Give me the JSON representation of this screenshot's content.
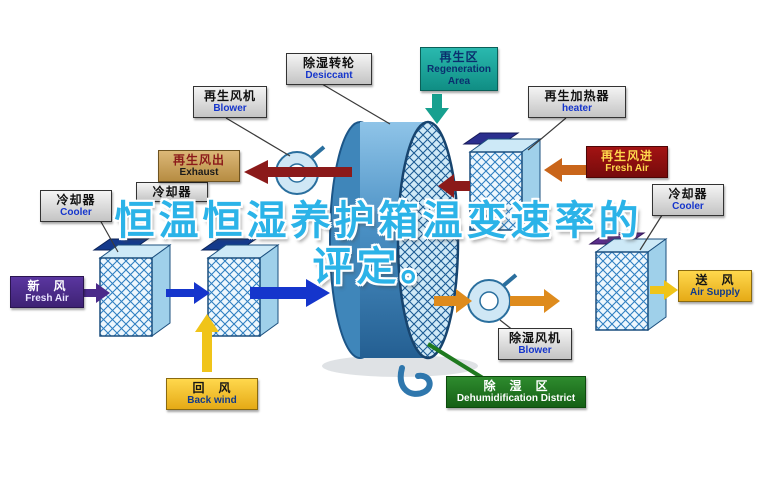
{
  "title": {
    "line1": "恒温恒湿养护箱温变速率的",
    "line2": "评定。"
  },
  "labels": {
    "regen_blower": {
      "zh": "再生风机",
      "en": "Blower"
    },
    "desiccant": {
      "zh": "除湿转轮",
      "en": "Desiccant"
    },
    "regen_area": {
      "zh": "再生区",
      "en": "Regeneration Area"
    },
    "regen_heater": {
      "zh": "再生加热器",
      "en": "heater"
    },
    "exhaust": {
      "zh": "再生风出",
      "en": "Exhaust"
    },
    "cooler_left": {
      "zh": "冷却器",
      "en": "Cooler"
    },
    "cooler_mid": {
      "zh": "冷却器"
    },
    "regen_fresh_air": {
      "zh": "再生风进",
      "en": "Fresh Air"
    },
    "cooler_right": {
      "zh": "冷却器",
      "en": "Cooler"
    },
    "fresh_air": {
      "zh": "新　风",
      "en": "Fresh Air"
    },
    "air_supply": {
      "zh": "送　风",
      "en": "Air Supply"
    },
    "back_wind": {
      "zh": "回　风",
      "en": "Back wind"
    },
    "dehumid_blower": {
      "zh": "除湿风机",
      "en": "Blower"
    },
    "dehumid_area": {
      "zh": "除　湿　区",
      "en": "Dehumidification District"
    }
  },
  "colors": {
    "title_accent": "#2bb3e8",
    "process_arrow_blue": "#1535cc",
    "regen_arrow_dark_red": "#8b1a1a",
    "fresh_air_purple": "#4b2a8a",
    "return_yellow": "#f0c419",
    "supply_orange": "#de8b1d",
    "regen_teal": "#17a08f",
    "dehumid_green": "#1f7a1f",
    "wheel_blue": "#4a90c4"
  }
}
